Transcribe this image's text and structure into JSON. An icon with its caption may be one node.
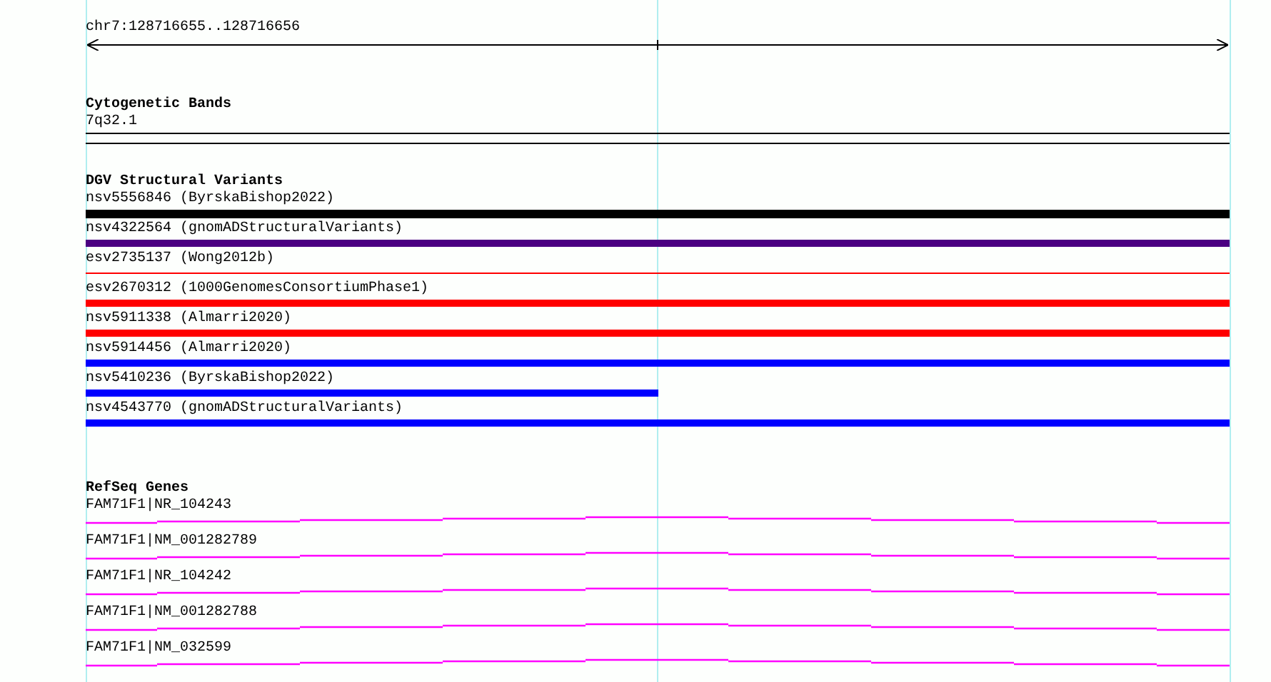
{
  "diagram": {
    "labels": [
      "chr7:128716655..128716656",
      "Cytogenetic Bands",
      "7q32.1",
      "DGV Structural Variants",
      "nsv5556846 (ByrskaBishop2022)",
      "nsv4322564 (gnomADStructuralVariants)",
      "esv2735137 (Wong2012b)",
      "esv2670312 (1000GenomesConsortiumPhase1)",
      "nsv5911338 (Almarri2020)",
      "nsv5914456 (Almarri2020)",
      "nsv5410236 (ByrskaBishop2022)",
      "nsv4543770 (gnomADStructuralVariants)",
      "RefSeq Genes",
      "FAM71F1|NR_104243",
      "FAM71F1|NM_001282789",
      "FAM71F1|NR_104242",
      "FAM71F1|NM_001282788",
      "FAM71F1|NM_032599"
    ]
  }
}
